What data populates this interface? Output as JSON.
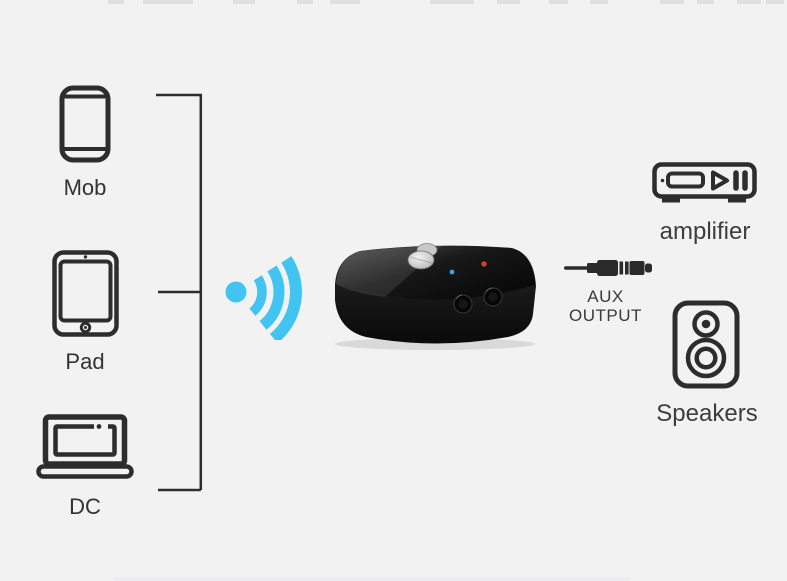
{
  "page": {
    "background": "#f2f2f3"
  },
  "diagram": {
    "sources": [
      {
        "label": "Mob",
        "icon": "smartphone-icon"
      },
      {
        "label": "Pad",
        "icon": "tablet-icon"
      },
      {
        "label": "DC",
        "icon": "laptop-icon"
      }
    ],
    "signal": {
      "icon": "wireless-signal-icon",
      "color": "#41c4f1"
    },
    "receiver": {
      "icon": "bluetooth-receiver-device",
      "led_blue": "#3da0e4",
      "led_red": "#d03f30"
    },
    "aux": {
      "label_line1": "AUX",
      "label_line2": "OUTPUT",
      "icon": "aux-jack-plug-icon"
    },
    "outputs": [
      {
        "label": "amplifier",
        "icon": "amplifier-icon"
      },
      {
        "label": "Speakers",
        "icon": "speaker-icon"
      }
    ],
    "line_color": "#2e2e2e",
    "icon_stroke": "#2d2d2d"
  }
}
